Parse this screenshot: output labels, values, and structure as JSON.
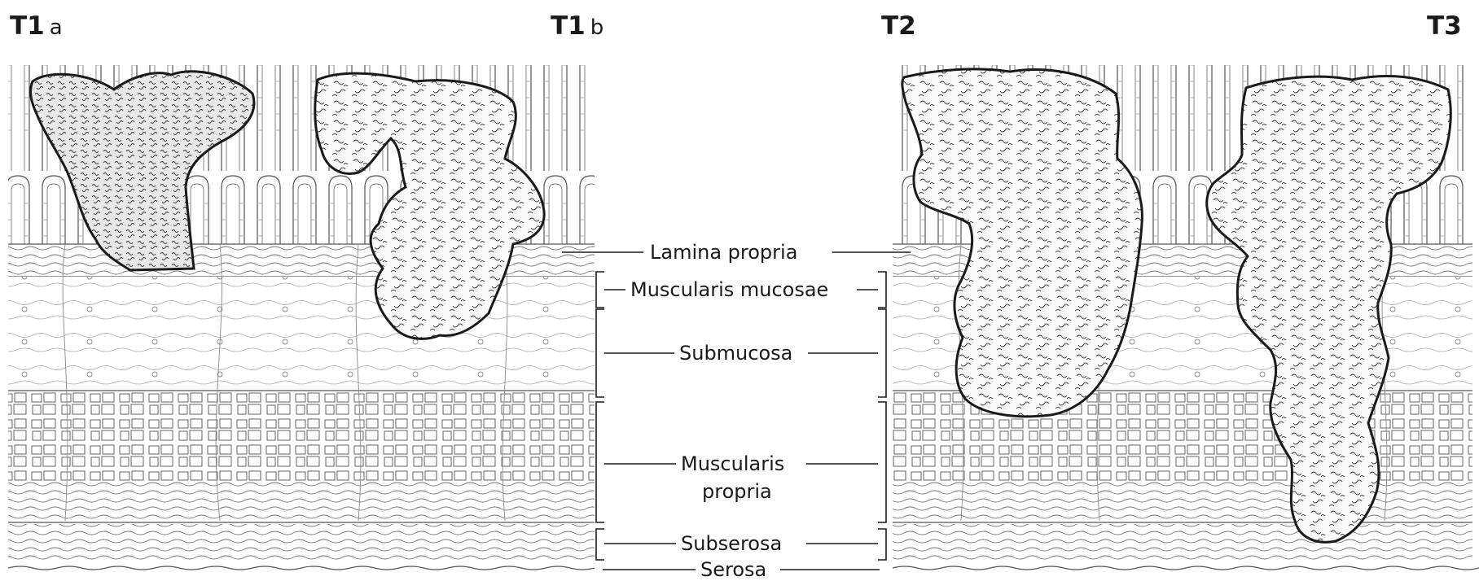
{
  "stages": [
    {
      "label": "T1",
      "sub": "a"
    },
    {
      "label": "T1",
      "sub": "b"
    },
    {
      "label": "T2",
      "sub": ""
    },
    {
      "label": "T3",
      "sub": ""
    }
  ],
  "layers": {
    "lamina_propria": "Lamina propria",
    "muscularis_mucosae": "Muscularis mucosae",
    "submucosa": "Submucosa",
    "muscularis_propria_line1": "Muscularis",
    "muscularis_propria_line2": "propria",
    "subserosa": "Subserosa",
    "serosa": "Serosa"
  }
}
